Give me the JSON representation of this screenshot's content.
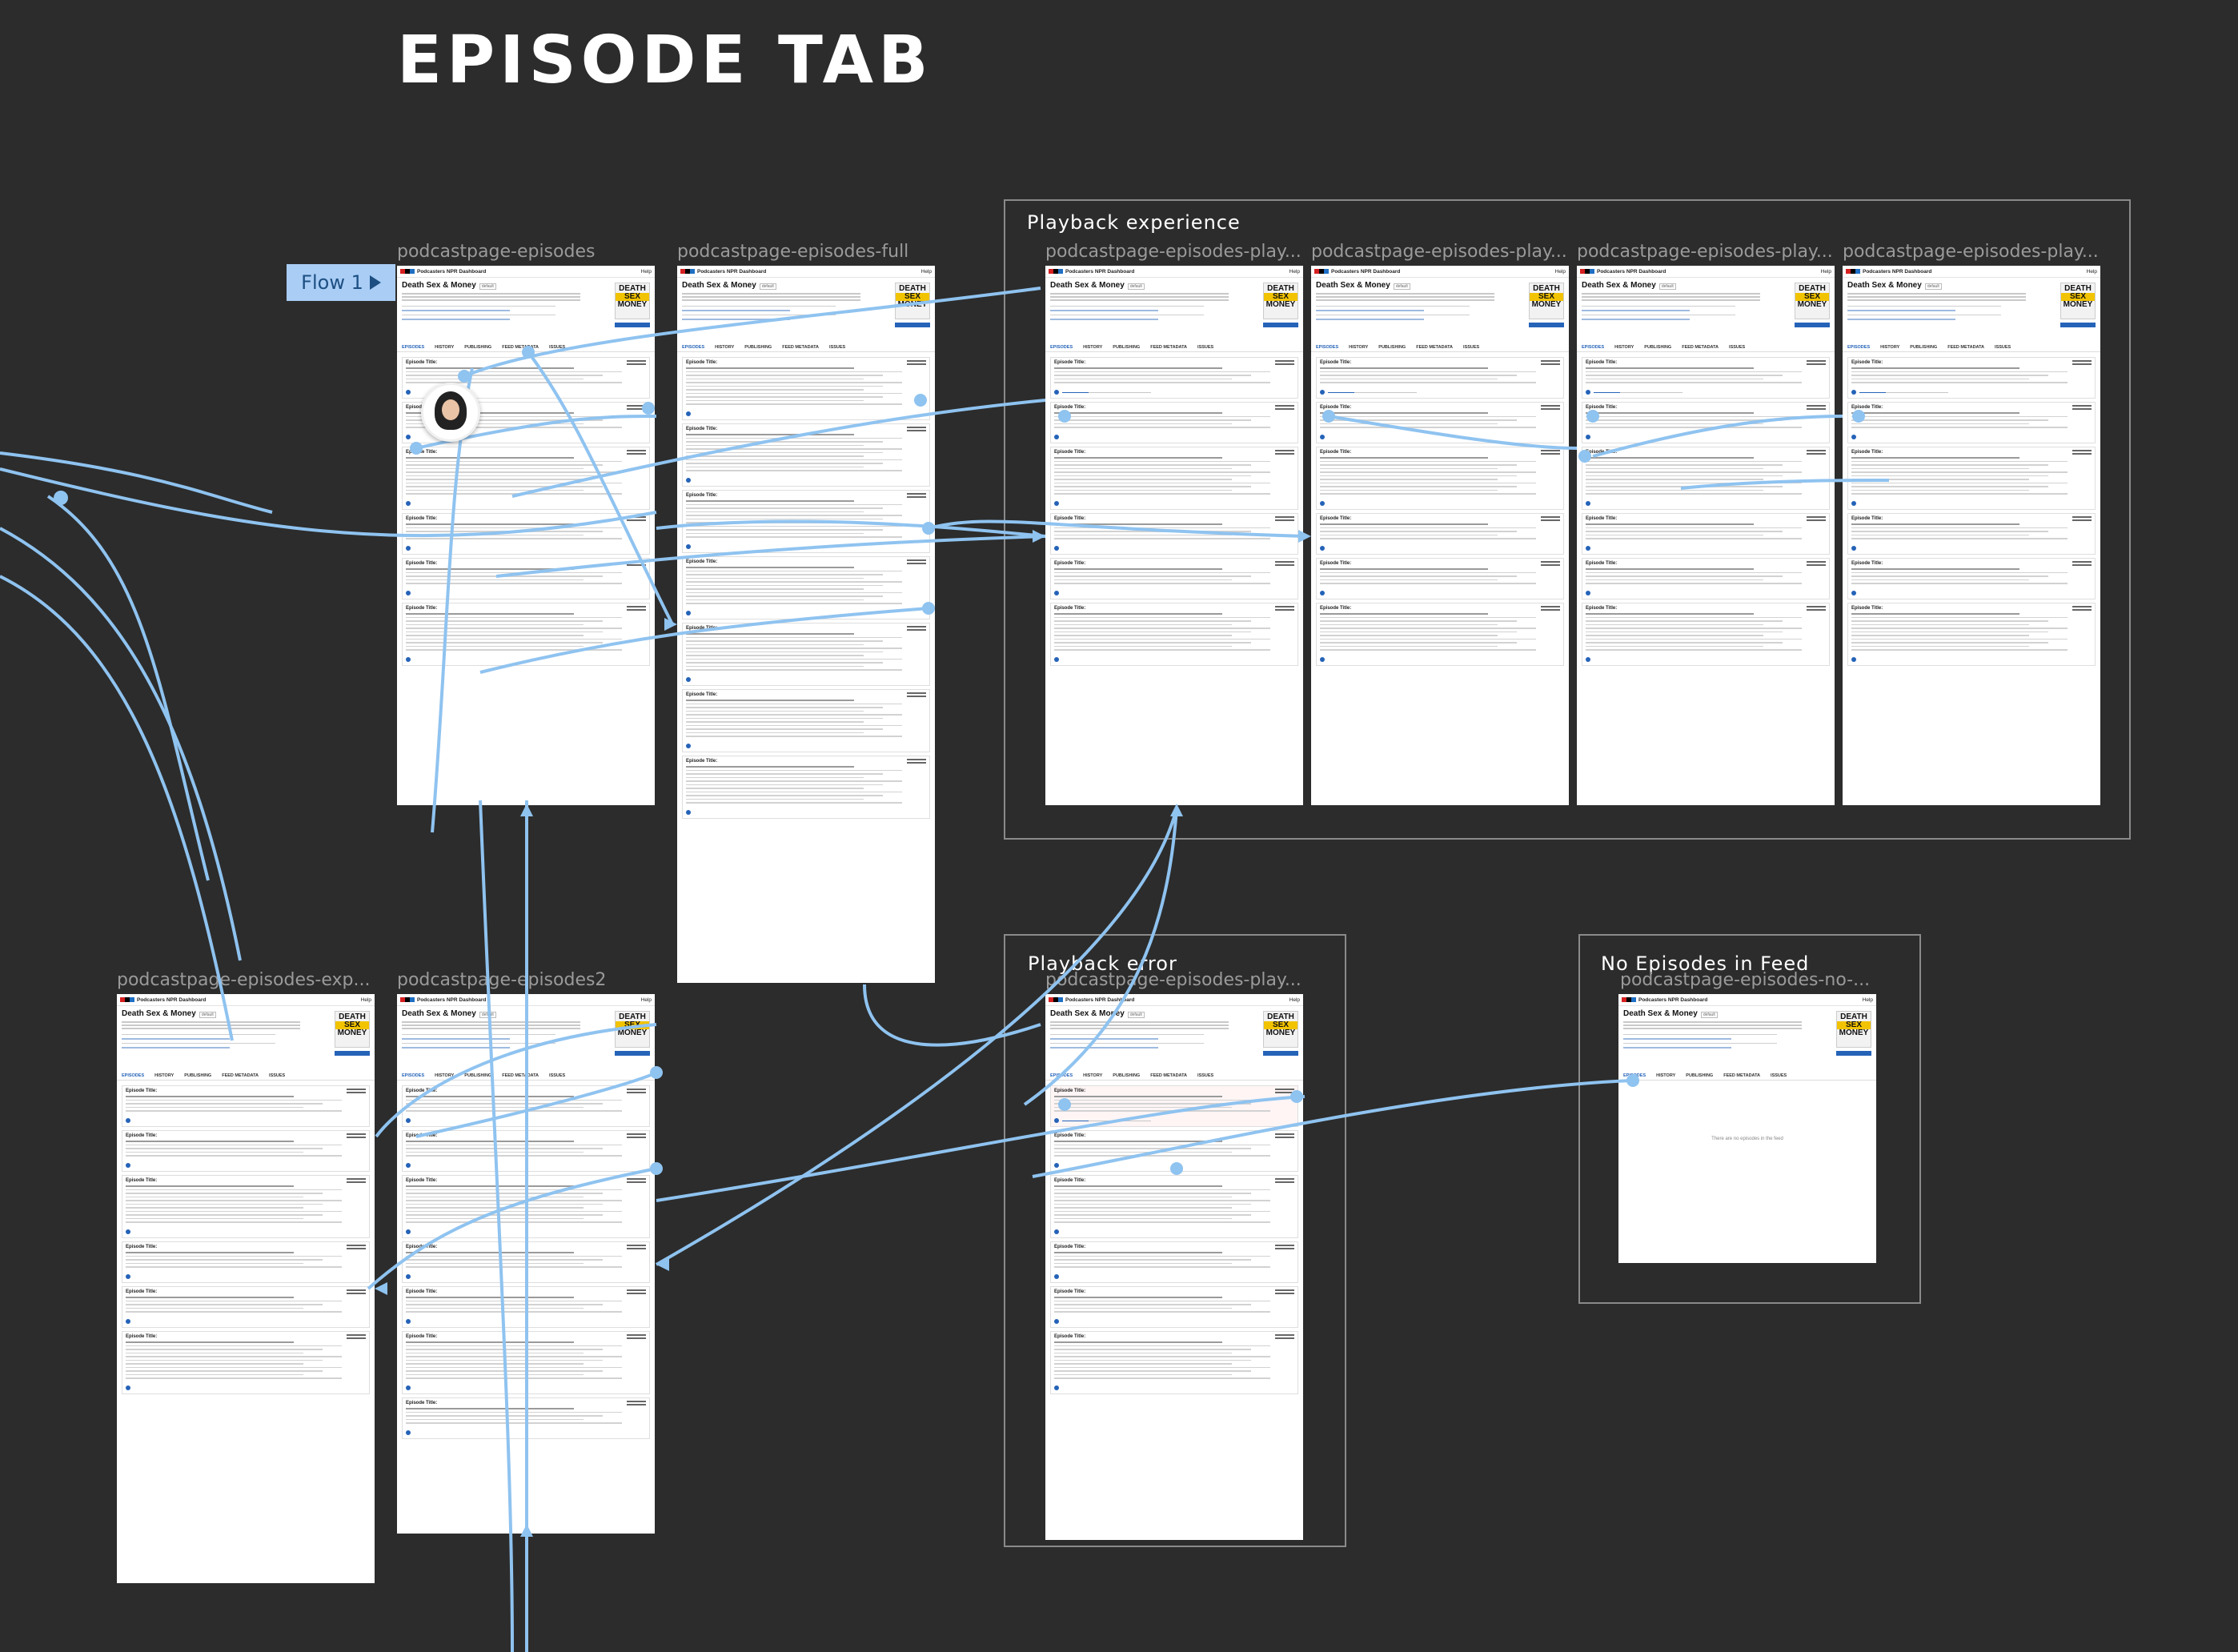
{
  "page_title": "EPISODE TAB",
  "flow_button_label": "Flow 1",
  "groups": {
    "playback_experience": "Playback experience",
    "playback_error": "Playback error",
    "no_episodes": "No Episodes in Feed"
  },
  "frame_labels": {
    "f1": "podcastpage-episodes",
    "f2": "podcastpage-episodes-full",
    "f3": "podcastpage-episodes-play...",
    "f4": "podcastpage-episodes-play...",
    "f5": "podcastpage-episodes-play...",
    "f6": "podcastpage-episodes-play...",
    "f7": "podcastpage-episodes-exp...",
    "f8": "podcastpage-episodes2",
    "f9": "podcastpage-episodes-play...",
    "f10": "podcastpage-episodes-no-..."
  },
  "mockup": {
    "app_name": "Podcasters NPR Dashboard",
    "help": "Help",
    "show_title": "Death Sex & Money",
    "chip": "default",
    "cover": [
      "DEATH",
      "SEX",
      "MONEY"
    ],
    "tabs": [
      "EPISODES",
      "HISTORY",
      "PUBLISHING",
      "FEED METADATA",
      "ISSUES"
    ],
    "episode_title_label": "Episode Title:",
    "empty_message": "There are no episodes in the feed"
  },
  "colors": {
    "background": "#2c2c2c",
    "connector": "#8fc3f0",
    "accent": "#2563b8",
    "flow_button": "#a9cdf5"
  }
}
